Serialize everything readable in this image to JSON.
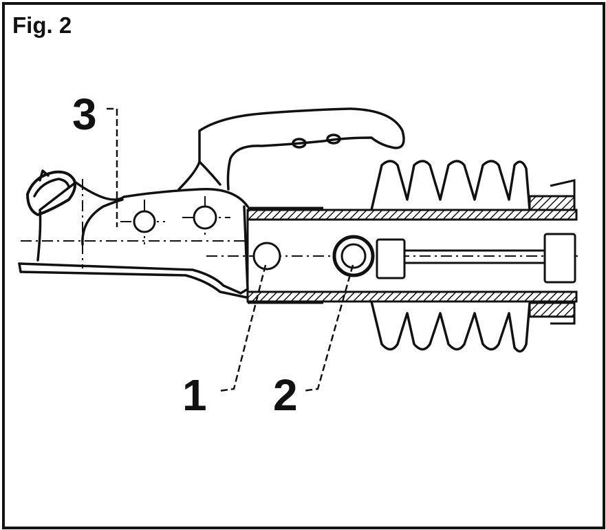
{
  "figure": {
    "title": "Fig. 2",
    "callouts": [
      {
        "id": "1",
        "label": "1"
      },
      {
        "id": "2",
        "label": "2"
      },
      {
        "id": "3",
        "label": "3"
      }
    ]
  },
  "colors": {
    "ink": "#111111",
    "paper": "#ffffff"
  }
}
